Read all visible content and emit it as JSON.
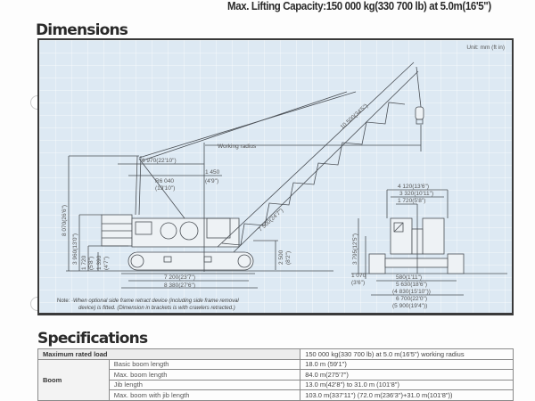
{
  "header": {
    "max_lifting_capacity": "Max. Lifting Capacity:150 000 kg(330 700 lb) at 5.0m(16'5\")"
  },
  "dimensions": {
    "title": "Dimensions",
    "unit_label": "Unit: mm (ft in)",
    "labels": {
      "working_radius": "Working radius",
      "boom_tip_length": "10 500(34'5\")",
      "boom_base_length": "7 500(24'7\")",
      "mast_length": "6 970(22'10\")",
      "tail_radius": "R6 040",
      "tail_radius_ft": "(19'10\")",
      "boom_foot_offset": "1 450",
      "boom_foot_offset_ft": "(4'9\")",
      "overall_height": "8 070(26'6\")",
      "counterweight_height": "3 960(13'0\")",
      "ground_clearance_cw": "1 720",
      "ground_clearance_cw_ft": "(5'8\")",
      "track_height": "1 390",
      "track_height_ft": "(4'7\")",
      "boom_foot_height": "2 500",
      "boom_foot_height_ft": "(8'2\")",
      "tumbler_distance": "7 200(23'7\")",
      "crawler_length": "8 380(27'6\")",
      "cab_width": "4 120(13'6\")",
      "upper_width": "3 320(10'11\")",
      "center_offset": "1 720(5'8\")",
      "front_height": "3 795(12'5\")",
      "shoe_offset": "1 070",
      "shoe_offset_ft": "(3'6\")",
      "track_gauge": "5 630(18'6\")",
      "track_gauge_retracted": "(4 830(15'10\"))",
      "overall_width": "6 700(22'0\")",
      "overall_width_retracted": "(5 900(19'4\"))",
      "ground_clearance": "580(1'11\")"
    },
    "note_head": "Note:",
    "note_line1": "·When optional side frame retract device (including side frame removal",
    "note_line2": "device) is fitted. (Dimension in brackets is with crawlers retracted.)"
  },
  "specifications": {
    "title": "Specifications",
    "rows": [
      {
        "label": "Maximum rated load",
        "value": "150 000 kg(330 700 lb) at 5.0 m(16'5\") working radius"
      }
    ],
    "boom_group": {
      "label": "Boom",
      "rows": [
        {
          "label": "Basic boom length",
          "value": "18.0 m (59'1\")"
        },
        {
          "label": "Max. boom length",
          "value": "84.0 m(275'7\")"
        },
        {
          "label": "Jib length",
          "value": "13.0 m(42'8\") to 31.0 m (101'8\")"
        },
        {
          "label": "Max. boom with jib length",
          "value": "103.0 m(337'11\") (72.0 m(236'3\")+31.0 m(101'8\"))"
        }
      ]
    }
  }
}
